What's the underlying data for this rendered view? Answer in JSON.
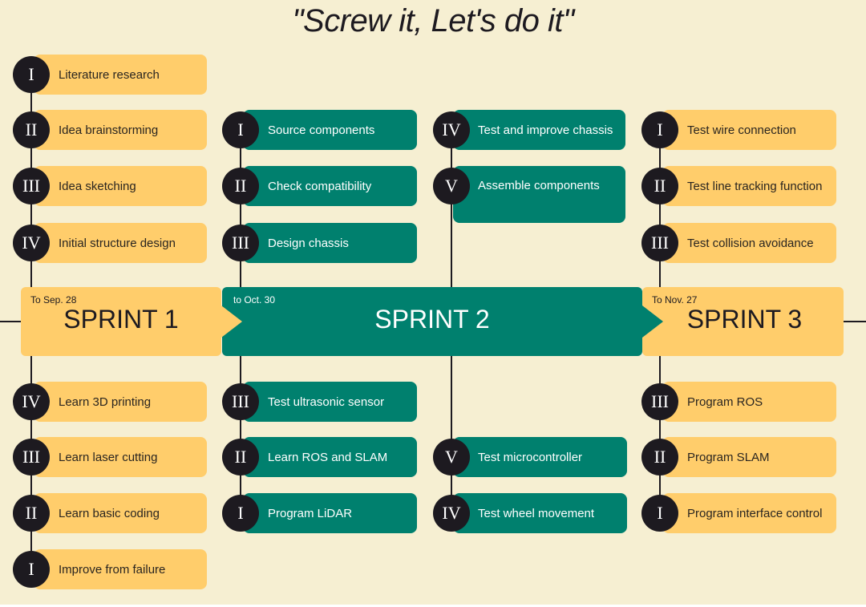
{
  "title": "\"Screw it, Let's do it\"",
  "colors": {
    "background": "#f6efd2",
    "yellow": "#ffcd6b",
    "teal": "#00806e",
    "dark": "#1d1a20"
  },
  "sprints": [
    {
      "label": "SPRINT 1",
      "date": "To Sep. 28"
    },
    {
      "label": "SPRINT 2",
      "date": "to Oct. 30"
    },
    {
      "label": "SPRINT 3",
      "date": "To Nov. 27"
    }
  ],
  "sprint1": {
    "above": [
      {
        "num": "I",
        "text": "Literature research"
      },
      {
        "num": "II",
        "text": "Idea brainstorming"
      },
      {
        "num": "III",
        "text": "Idea sketching"
      },
      {
        "num": "IV",
        "text": "Initial structure design"
      }
    ],
    "below": [
      {
        "num": "IV",
        "text": "Learn 3D printing"
      },
      {
        "num": "III",
        "text": "Learn laser cutting"
      },
      {
        "num": "II",
        "text": "Learn basic coding"
      },
      {
        "num": "I",
        "text": "Improve from failure"
      }
    ]
  },
  "sprint2a": {
    "above": [
      {
        "num": "I",
        "text": "Source components"
      },
      {
        "num": "II",
        "text": "Check compatibility"
      },
      {
        "num": "III",
        "text": "Design chassis"
      }
    ],
    "below": [
      {
        "num": "III",
        "text": "Test ultrasonic sensor"
      },
      {
        "num": "II",
        "text": "Learn ROS and SLAM"
      },
      {
        "num": "I",
        "text": "Program LiDAR"
      }
    ]
  },
  "sprint2b": {
    "above": [
      {
        "num": "IV",
        "text": "Test and improve chassis"
      },
      {
        "num": "V",
        "text": "Assemble components"
      }
    ],
    "below": [
      {
        "num": "V",
        "text": "Test microcontroller"
      },
      {
        "num": "IV",
        "text": "Test wheel movement"
      }
    ]
  },
  "sprint3": {
    "above": [
      {
        "num": "I",
        "text": "Test wire connection"
      },
      {
        "num": "II",
        "text": "Test line tracking function"
      },
      {
        "num": "III",
        "text": "Test collision avoidance"
      }
    ],
    "below": [
      {
        "num": "III",
        "text": "Program ROS"
      },
      {
        "num": "II",
        "text": "Program SLAM"
      },
      {
        "num": "I",
        "text": "Program interface control"
      }
    ]
  }
}
